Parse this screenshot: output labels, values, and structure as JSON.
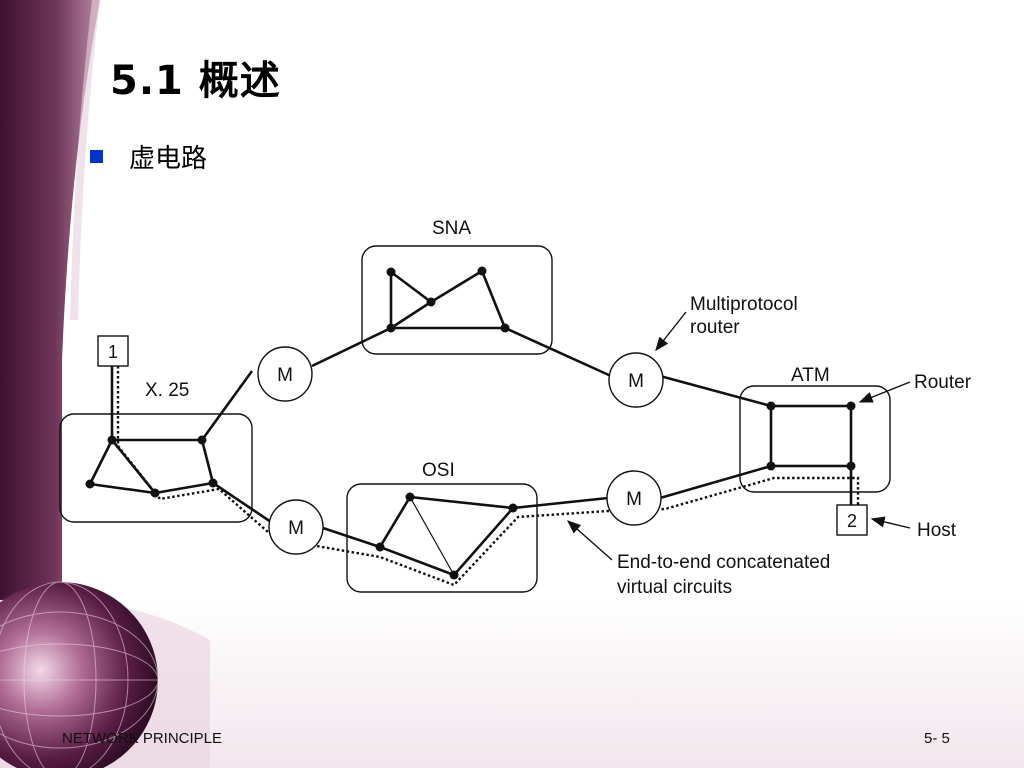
{
  "slide": {
    "title": "5.1 概述",
    "bullet": "虚电路",
    "footer_left": "NETWORK PRINCIPLE",
    "footer_right": "5- 5"
  },
  "diagram": {
    "networks": {
      "sna": "SNA",
      "x25": "X. 25",
      "osi": "OSI",
      "atm": "ATM"
    },
    "hosts": {
      "host1": "1",
      "host2": "2"
    },
    "router_label": "M",
    "annotations": {
      "multiprotocol_line1": "Multiprotocol",
      "multiprotocol_line2": "router",
      "router": "Router",
      "host": "Host",
      "vc_line1": "End-to-end concatenated",
      "vc_line2": "virtual circuits"
    }
  },
  "colors": {
    "bullet": "#0033cc",
    "decoration_dark": "#4a1a3c",
    "decoration_mid": "#8a4f73",
    "decoration_light": "#c9a3bb"
  }
}
